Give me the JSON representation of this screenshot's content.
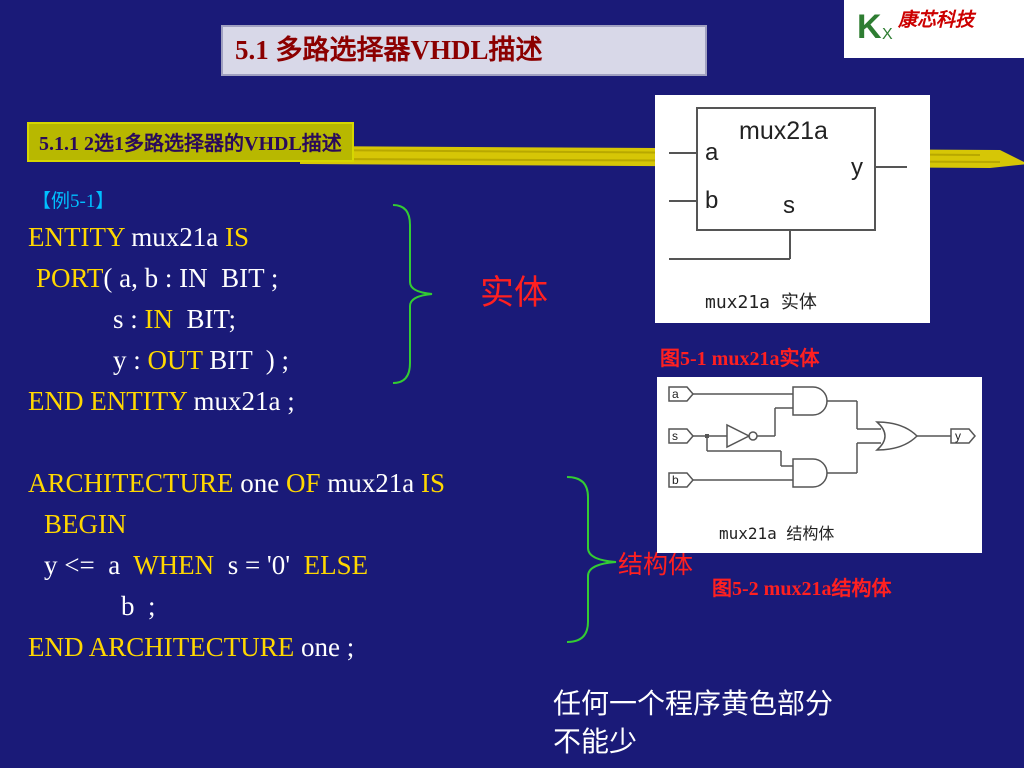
{
  "header": {
    "title": "5.1  多路选择器VHDL描述",
    "logo_letter": "K",
    "logo_subletter": "X",
    "logo_text": "康芯科技"
  },
  "section": {
    "subtitle": "5.1.1  2选1多路选择器的VHDL描述",
    "example_label": "【例5-1】"
  },
  "code": {
    "entity_kw": "ENTITY",
    "entity_name": " mux21a ",
    "is_kw": "IS",
    "port_kw": "PORT",
    "port_rest": "( a, b : IN  BIT ;",
    "s_pre": "s : ",
    "s_in": "IN",
    "s_post": "  BIT;",
    "y_pre": "y : ",
    "y_out": "OUT",
    "y_post": " BIT  ) ;",
    "end_entity_kw": "END ENTITY",
    "end_entity_rest": " mux21a ;",
    "arch_kw": "ARCHITECTURE",
    "arch_name": " one ",
    "of_kw": "OF",
    "arch_ent": " mux21a ",
    "arch_is": "IS",
    "begin_kw": "BEGIN",
    "assign_pre": "y <=  a  ",
    "when_kw": "WHEN",
    "assign_mid": "  s = '0'  ",
    "else_kw": "ELSE",
    "b_line": "b  ;",
    "end_arch_kw": "END ARCHITECTURE",
    "end_arch_rest": " one ;"
  },
  "labels": {
    "entity_brace": "实体",
    "arch_brace": "结构体",
    "note_line1": "任何一个程序黄色部分",
    "note_line2": "不能少"
  },
  "figure1": {
    "name": "mux21a",
    "port_a": "a",
    "port_b": "b",
    "port_s": "s",
    "port_y": "y",
    "inner_caption": "mux21a 实体",
    "caption": "图5-1 mux21a实体"
  },
  "figure2": {
    "pin_a": "a",
    "pin_s": "s",
    "pin_b": "b",
    "pin_y": "y",
    "inner_caption": "mux21a 结构体",
    "caption": "图5-2 mux21a结构体"
  },
  "colors": {
    "background": "#1a1a78",
    "keyword": "#ffd700",
    "accent_red": "#ff2020",
    "brace": "#33cc33"
  }
}
